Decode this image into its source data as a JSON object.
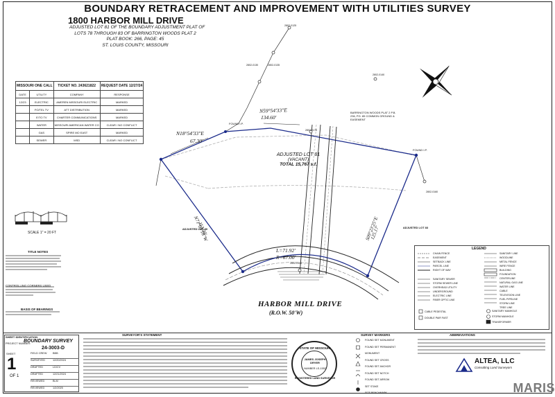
{
  "header": {
    "title": "BOUNDARY RETRACEMENT AND IMPROVEMENT WITH UTILITIES SURVEY",
    "address": "1800 HARBOR MILL DRIVE",
    "subtitle_lines": [
      "ADJUSTED LOT 81 OF THE BOUNDARY ADJUSTMENT PLAT OF",
      "LOTS 78 THROUGH 83 OF BARRINGTON WOODS PLAT 2",
      "PLAT BOOK: 266, PAGE: 45",
      "ST. LOUIS COUNTY, MISSOURI"
    ]
  },
  "missouri_one_call": {
    "headers": [
      "MISSOURI ONE CALL",
      "TICKET NO. 243621822",
      "REQUEST DATE 12/27/24"
    ],
    "columns": [
      "DATE",
      "UTILITY",
      "COMPANY",
      "RESPONSE"
    ],
    "rows": [
      [
        "12/23",
        "ELECTRIC",
        "AMEREN MISSOURI ELECTRIC",
        "MARKED"
      ],
      [
        "",
        "FO/TEL TV",
        "ATT DISTRIBUTION",
        "MARKED"
      ],
      [
        "",
        "E/TO TV",
        "CHARTER COMMUNICATIONS",
        "MARKED"
      ],
      [
        "",
        "WATER",
        "MISSOURI AMERICAN WATER CO",
        "CLEAR / NO CONFLICT"
      ],
      [
        "",
        "GAS",
        "SPIRE MO EAST",
        "MARKED"
      ],
      [
        "",
        "SEWER",
        "MSD",
        "CLEAR / NO CONFLICT"
      ]
    ]
  },
  "scale": {
    "label": "SCALE 1\" = 20 FT"
  },
  "drawing": {
    "lot_label": "ADJUSTED LOT 81",
    "lot_status": "(VACANT)",
    "lot_area": "TOTAL 15,767 s.f.",
    "street_name": "HARBOR MILL DRIVE",
    "row_width": "(R.O.W. 50'W)",
    "bearing_top": "N59°54'33\"E",
    "dist_top": "134.60'",
    "bearing_left": "N18°54'33\"E",
    "dist_left": "67.30'",
    "bearing_west": "N71°03'18\"W",
    "dist_west": "113.00'",
    "bearing_east": "S09°23'25\"E",
    "dist_east": "125.17'",
    "curve_l": "L=71.92'",
    "curve_r": "R=67.00'",
    "lot80": "ADJUSTED LOT 80",
    "lot83": "ADJUSTED LOT 83",
    "common_ground": "BARRINGTON WOODS PLAT 2 P.B. 236, PG. 85 COMMON GROUND & EASEMENT",
    "found_ip": "FOUND I.P.",
    "mh_label": "2802-0130",
    "mh_label2": "2802-0135",
    "mh_label3": "2802-0140",
    "mh_label4": "2802-0125",
    "mh_label5": "2802-0160",
    "mh_label6": "2802-0150",
    "mh_label7": "2802-0170"
  },
  "notes": {
    "title_notes_head": "TITLE NOTES",
    "bearing_head": "BASIS OF BEARINGS",
    "controlling_corners": "CONTROLLING CORNERS USED"
  },
  "legend": {
    "title": "LEGEND",
    "abbrev_title": "ABBREVIATIONS",
    "left_items": [
      "CHAIN FENCE",
      "EASEMENT",
      "SETBACK LINE",
      "PARCEL LINE",
      "RIGHT OF WAY",
      "SANITARY SEWER",
      "STORM SEWER LINE",
      "OVERHEAD UTILITY",
      "UNDERGROUND",
      "ELECTRIC LINE",
      "FIBER OPTIC LINE"
    ],
    "right_items": [
      "SANITARY LINE",
      "WOODLINE",
      "METAL FENCE",
      "WIRE FENCE",
      "BUILDING",
      "FOUNDATION",
      "CENTERLINE",
      "NATURAL GAS LINE",
      "WATER LINE",
      "CABLE",
      "TELEVISION LINE",
      "FUEL PIPELINE",
      "STORM LINE",
      "TREE LINE"
    ],
    "symbols": [
      "CABLE PEDESTAL",
      "DOUBLE PAIR FAST",
      "SANITARY MANHOLE",
      "STORM MANHOLE",
      "TRANSFORMER"
    ]
  },
  "sheet_block": {
    "title": "SHEET IDENTIFICATION",
    "survey_type": "BOUNDARY SURVEY",
    "project_label": "PROJECT NUMBER:",
    "project_no": "24-3003-D",
    "sheet_label": "SHEET",
    "sheet_no": "1",
    "sheet_of": "OF 1",
    "rows": [
      [
        "FIELD CREW",
        "BBB"
      ],
      [
        "SURVEYED",
        "12/20/2024"
      ],
      [
        "DRAFTED",
        "LD/CV"
      ],
      [
        "DRAFTED",
        "12/21/2024"
      ],
      [
        "REVIEWED",
        "BLM"
      ],
      [
        "REVIEWED",
        "1/2/2025"
      ]
    ]
  },
  "statements": {
    "surveyor_title": "SURVEYOR'S STATEMENT",
    "markers_title": "SURVEY MARKERS",
    "markers": [
      "FOUND SET MONUMENT",
      "FOUND SET PERMANENT MONUMENT",
      "FOUND SET CROSS",
      "FOUND SET ANCHOR",
      "FOUND SET NOTCH",
      "FOUND SET ARROW",
      "SET STAKE",
      "SITE BENCHMARK"
    ]
  },
  "seal": {
    "top": "STATE OF MISSOURI",
    "name": "JAMES JOSEPH DRYER",
    "number": "NUMBER LS-1552",
    "bottom": "REGISTERED LAND SURVEYOR"
  },
  "company": {
    "name": "ALTEA, LLC",
    "tagline": "Consulting Land Surveyors"
  },
  "watermark": "MARIS",
  "colors": {
    "ink": "#111111",
    "accent_blue": "#1a2a8a",
    "watermark": "#7a7a7a"
  }
}
